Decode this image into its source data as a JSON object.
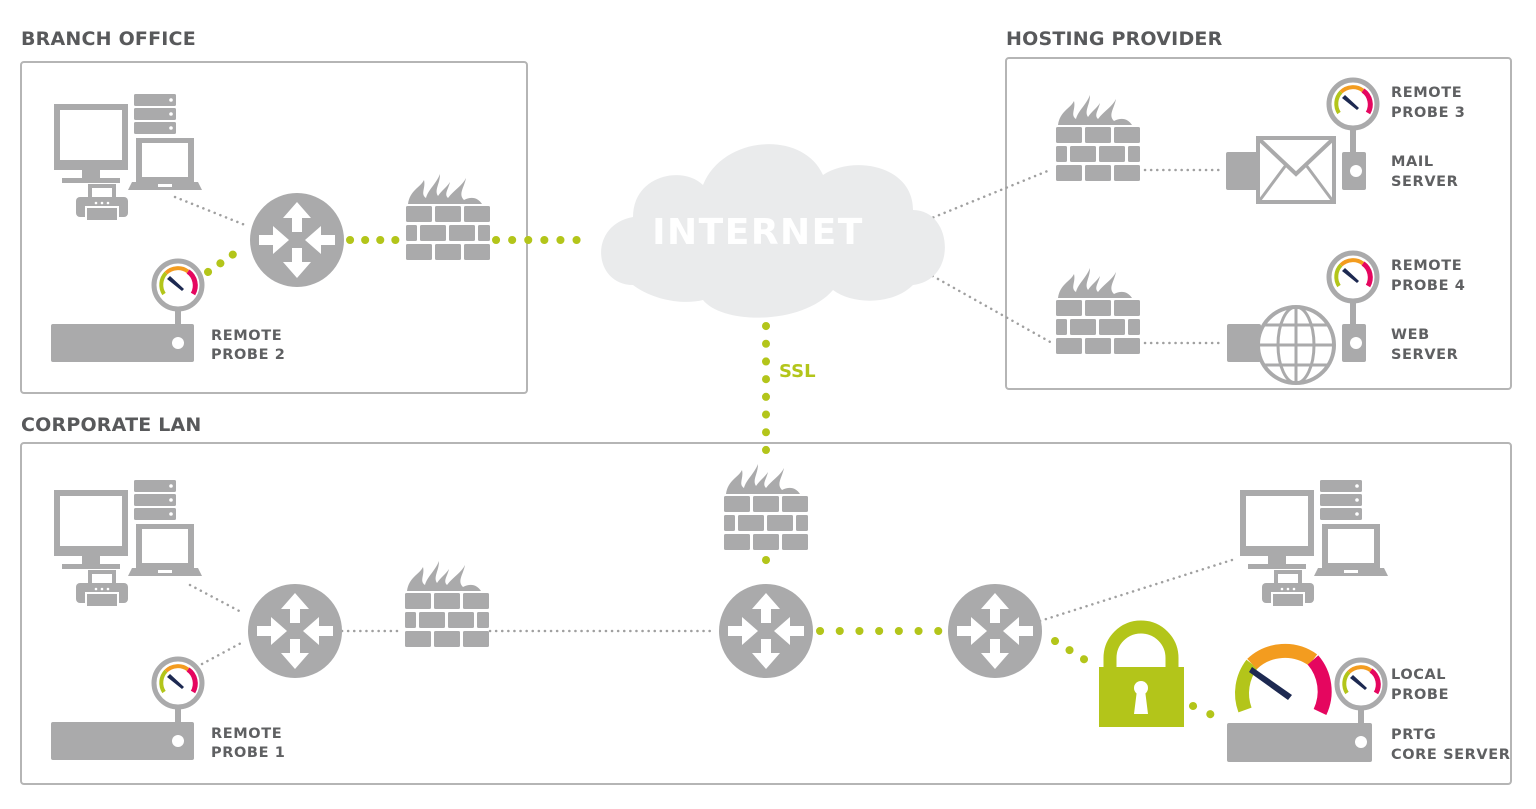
{
  "colors": {
    "accent_green": "#b3c51a",
    "icon_gray": "#aaaaab",
    "title_gray": "#58595b",
    "gauge_orange": "#f39c1f",
    "gauge_red": "#e5065f",
    "needle": "#1d2951"
  },
  "zones": {
    "branch_office": {
      "title": "BRANCH OFFICE"
    },
    "hosting_provider": {
      "title": "HOSTING PROVIDER"
    },
    "corporate_lan": {
      "title": "CORPORATE LAN"
    }
  },
  "internet": {
    "label": "INTERNET"
  },
  "ssl": {
    "label": "SSL"
  },
  "probes": {
    "remote_probe_2": {
      "line1": "REMOTE",
      "line2": "PROBE 2"
    },
    "remote_probe_3": {
      "line1": "REMOTE",
      "line2": "PROBE 3"
    },
    "remote_probe_4": {
      "line1": "REMOTE",
      "line2": "PROBE 4"
    },
    "remote_probe_1": {
      "line1": "REMOTE",
      "line2": "PROBE 1"
    },
    "local_probe": {
      "line1": "LOCAL",
      "line2": "PROBE"
    }
  },
  "servers": {
    "mail_server": {
      "line1": "MAIL",
      "line2": "SERVER"
    },
    "web_server": {
      "line1": "WEB",
      "line2": "SERVER"
    },
    "core_server": {
      "line1": "PRTG",
      "line2": "CORE SERVER"
    }
  }
}
